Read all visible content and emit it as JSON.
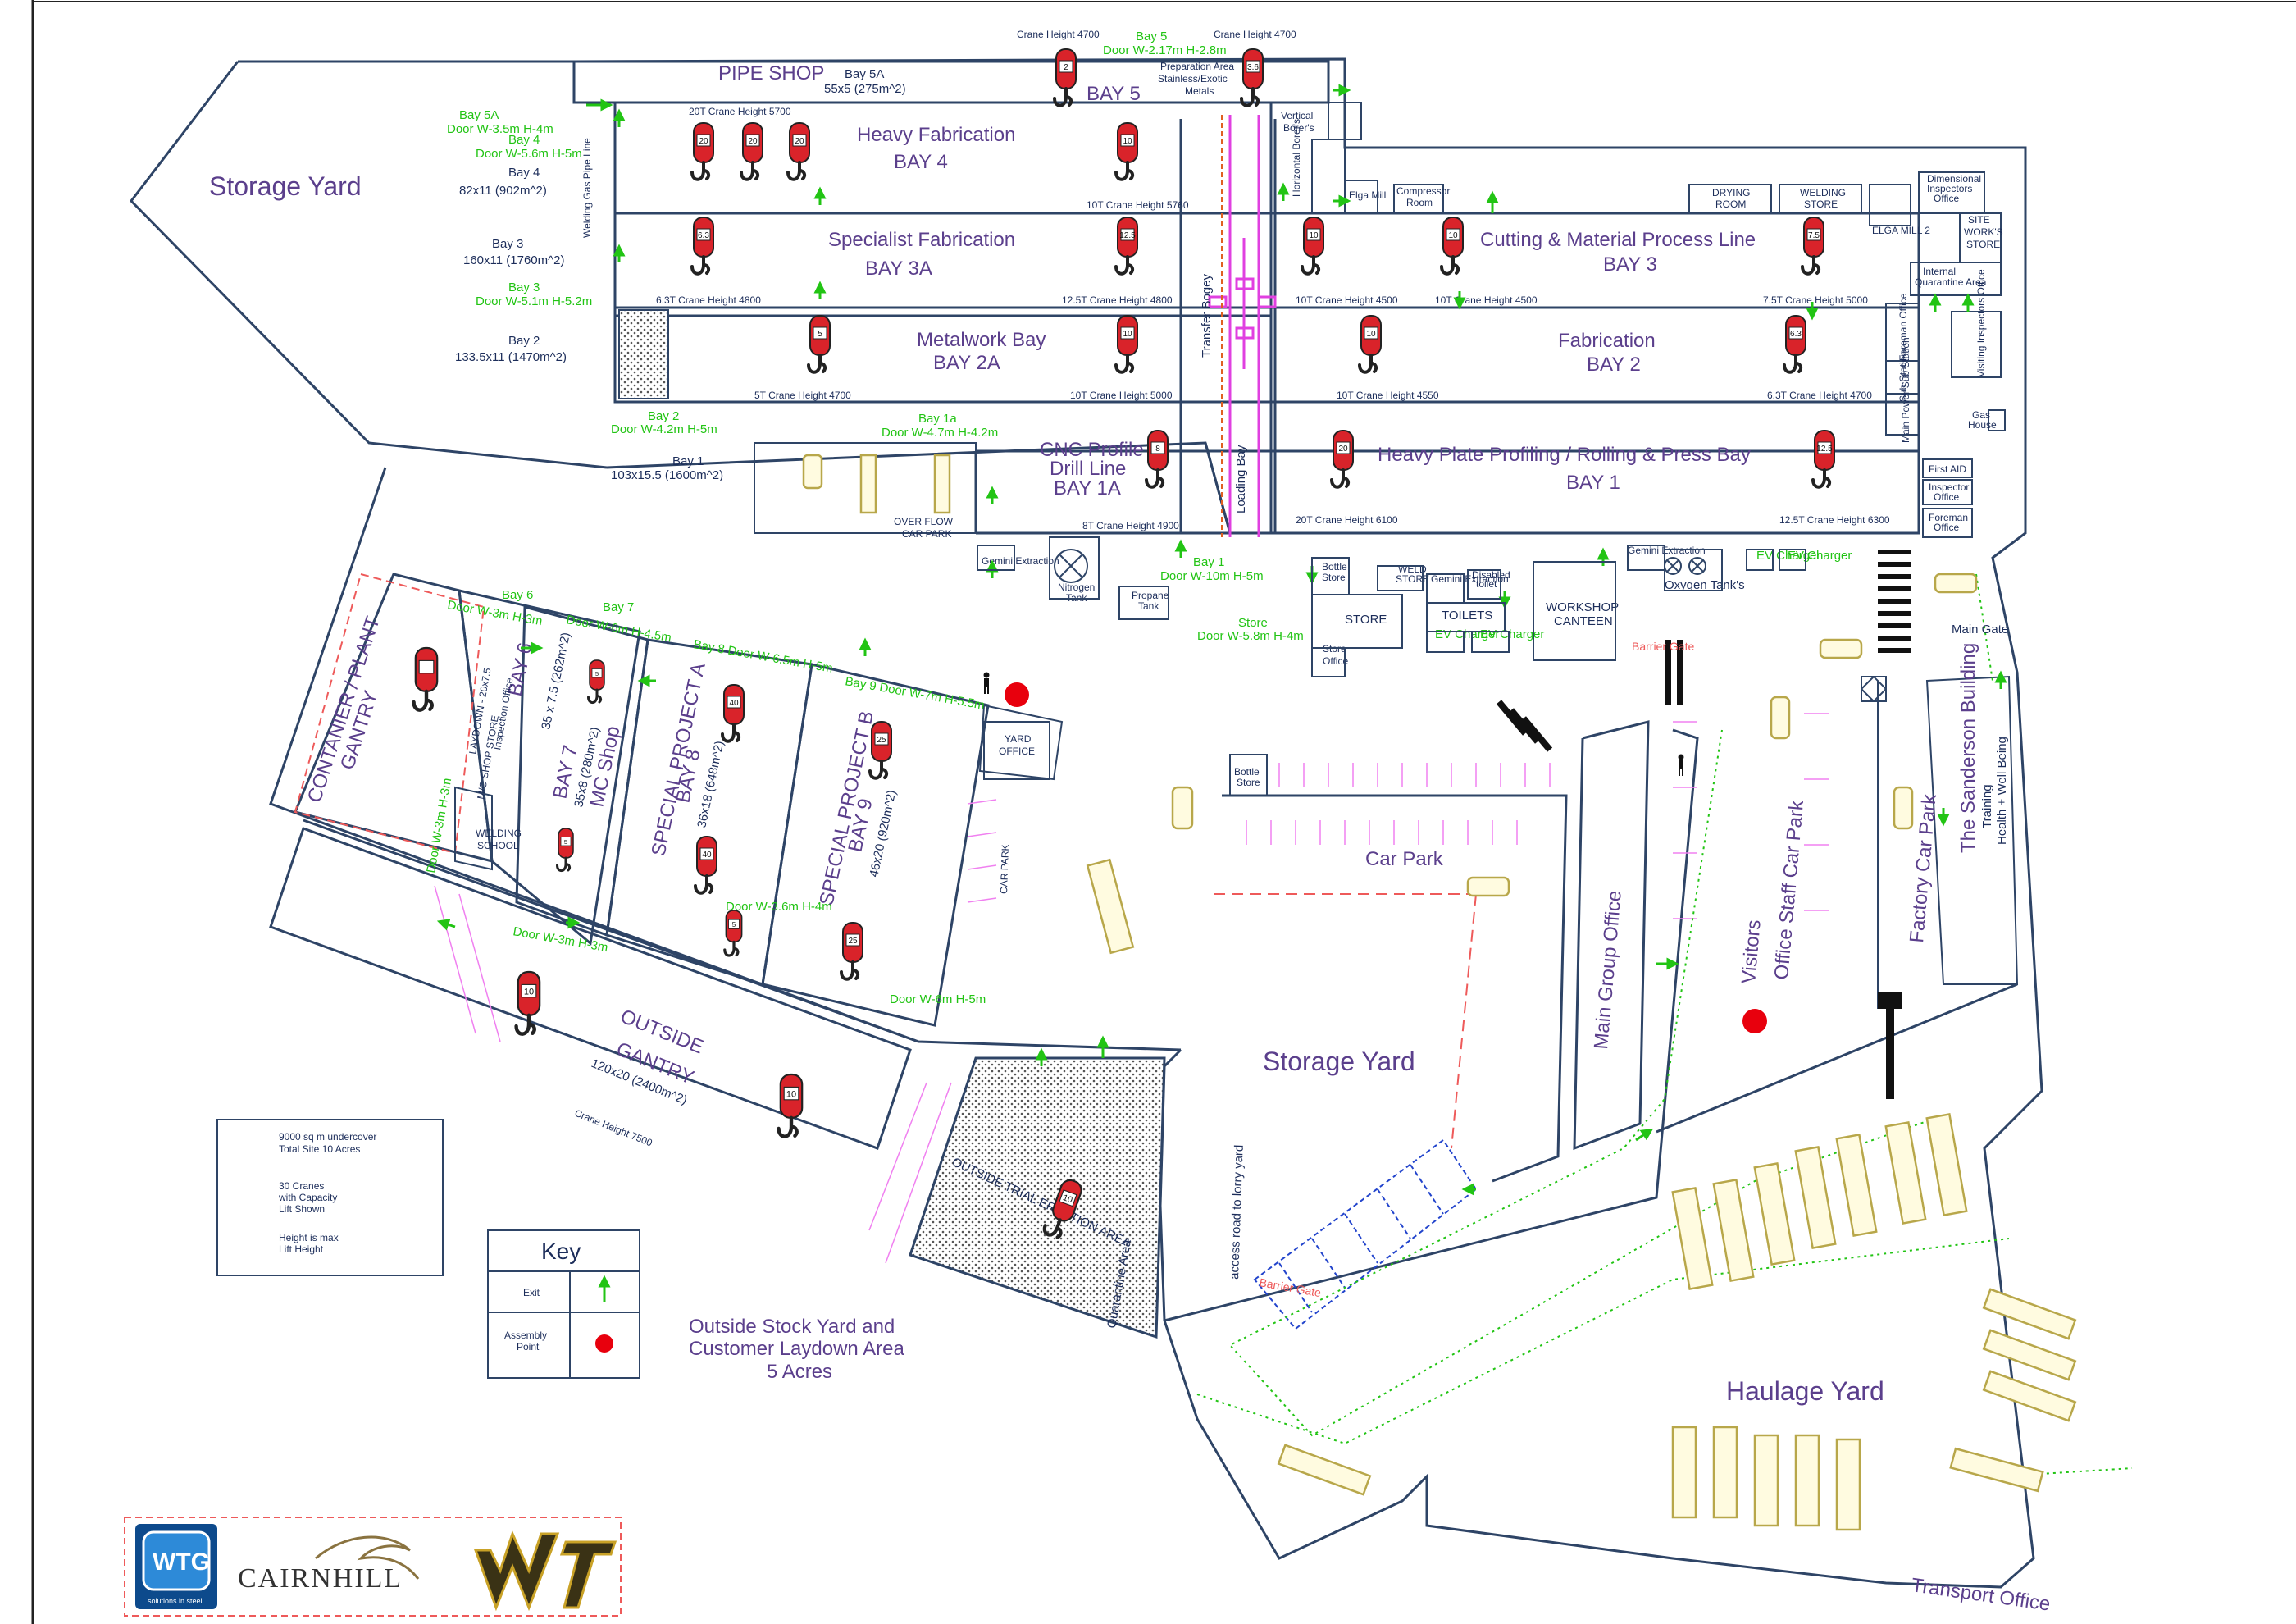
{
  "colors": {
    "wall": "#2e4466",
    "label": "#5b3f8c",
    "text": "#1c2d5a",
    "exit": "#22c414",
    "crane_body": "#d9232a",
    "marking": "#ee5a5a",
    "magenta": "#e040e0",
    "vehicle": "#b8a74a",
    "blue_bay": "#2244cc"
  },
  "areas": {
    "storage_yard_nw": "Storage Yard",
    "pipe_shop": "PIPE SHOP",
    "bay5a_title": "Bay 5A",
    "bay5a_size": "55x5 (275m^2)",
    "bay5": "BAY 5",
    "heavy_fab": "Heavy Fabrication",
    "bay4": "BAY 4",
    "spec_fab": "Specialist Fabrication",
    "bay3a": "BAY 3A",
    "metalwork": "Metalwork Bay",
    "bay2a": "BAY 2A",
    "cnc1": "CNC Profile",
    "cnc2": "Drill Line",
    "bay1a": "BAY 1A",
    "cutting": "Cutting & Material Process Line",
    "bay3": "BAY 3",
    "fabrication": "Fabrication",
    "bay2": "BAY 2",
    "heavy_plate": "Heavy Plate Profiling / Rolling & Press Bay",
    "bay1": "BAY 1",
    "container_gantry1": "CONTANIER / PLANT",
    "container_gantry2": "GANTRY",
    "bay6": "BAY 6",
    "bay6_size": "35 x 7.5 (262m^2)",
    "bay7": "BAY 7",
    "bay7_size": "35x8 (280m^2)",
    "bay7_name": "MC Shop",
    "sp_a": "SPECIAL PROJECT A",
    "bay8": "BAY 8",
    "bay8_size": "36x18 (648m^2)",
    "sp_b": "SPECIAL PROJECT B",
    "bay9": "BAY 9",
    "bay9_size": "46x20 (920m^2)",
    "outside_gantry1": "OUTSIDE",
    "outside_gantry2": "GANTRY",
    "outside_gantry_size": "120x20 (2400m^2)",
    "car_park": "Car Park",
    "storage_yard_mid": "Storage Yard",
    "main_group_office": "Main Group Office",
    "office_staff_car_park": "Office Staff Car Park",
    "visitors": "Visitors",
    "factory_car_park": "Factory Car Park",
    "sanderson1": "The Sanderson Building",
    "sanderson2": "Training",
    "sanderson3": "Health + Well Being",
    "haulage_yard": "Haulage Yard",
    "transport_office": "Transport Office",
    "outside_stock1": "Outside Stock Yard and",
    "outside_stock2": "Customer Laydown Area",
    "outside_stock3": "5 Acres",
    "trial_erection": "OUTSIDE TRIAL ERECTION AREA",
    "quarantine_area": "Quarantine Area",
    "access_road": "access road to lorry yard",
    "transfer_bogey": "Transfer Bogey",
    "loading_bay": "Loading Bay",
    "store": "STORE",
    "toilets": "TOILETS",
    "workshop_canteen1": "WORKSHOP",
    "workshop_canteen2": "CANTEEN",
    "oxygen": "Oxygen Tank's",
    "nitrogen1": "Nitrogen",
    "nitrogen2": "Tank",
    "propane1": "Propane",
    "propane2": "Tank",
    "main_gate": "Main Gate",
    "barrier_gate1": "Barrier Gate",
    "barrier_gate2": "Barrier Gate",
    "yard_office1": "YARD",
    "yard_office2": "OFFICE",
    "welding_school1": "WELDING",
    "welding_school2": "SCHOOL",
    "overflow1": "OVER FLOW",
    "overflow2": "CAR PARK",
    "car_park_small": "CAR PARK",
    "bottle_store1": "Bottle",
    "bottle_store2": "Store",
    "store_office1": "Store",
    "store_office2": "Office",
    "drying_room1": "DRYING",
    "drying_room2": "ROOM",
    "welding_store1": "WELDING",
    "welding_store2": "STORE",
    "elga_mill": "Elga Mill",
    "elga_mill2": "ELGA MILL 2",
    "compressor1": "Compressor",
    "compressor2": "Room",
    "dim_insp1": "Dimensional",
    "dim_insp2": "Inspectors",
    "dim_insp3": "Office",
    "site_works1": "SITE",
    "site_works2": "WORK'S",
    "site_works3": "STORE",
    "quarantine1": "Internal",
    "quarantine2": "Quarantine Area",
    "foreman_office_top": "Foreman Office",
    "visiting_insp": "Visiting Inspectors Office",
    "sub_station": "Sub Station",
    "gas_house1": "Gas",
    "gas_house2": "House",
    "first_aid": "First AID",
    "inspector_office1": "Inspector",
    "inspector_office2": "Office",
    "foreman_office1": "Foreman",
    "foreman_office2": "Office",
    "vertical_borer1": "Vertical",
    "vertical_borer2": "Borer's",
    "horizontal_borer": "Horizontal Borer's",
    "welding_gas_pipe": "Welding Gas Pipe Line",
    "prep_area1": "Preparation Area",
    "prep_area2": "Stainless/Exotic",
    "prep_area3": "Metals",
    "weld_store1": "WELD",
    "weld_store2": "STORE",
    "gemini_extraction": "Gemini Extraction",
    "disabled_toilet1": "Disabled",
    "disabled_toilet2": "toilet",
    "ev_charger": "EV Charger",
    "laydown": "LAYDOWN - 20x7.5",
    "inspection_office": "Inspection Office",
    "mc_shop_store": "M/C SHOP STORE",
    "main_power": "Main Power Sub Station"
  },
  "bay_details": {
    "bay5a_left_1": "Bay 5A",
    "bay5a_left_2": "Door W-3.5m H-4m",
    "bay4_door1": "Bay 4",
    "bay4_door2": "Door W-5.6m H-5m",
    "bay4_size1": "Bay 4",
    "bay4_size2": "82x11 (902m^2)",
    "bay3_size1": "Bay 3",
    "bay3_size2": "160x11 (1760m^2)",
    "bay3_door1": "Bay 3",
    "bay3_door2": "Door W-5.1m H-5.2m",
    "bay2_size1": "Bay 2",
    "bay2_size2": "133.5x11 (1470m^2)",
    "bay2_door1": "Bay 2",
    "bay2_door2": "Door W-4.2m H-5m",
    "bay1a_door1": "Bay 1a",
    "bay1a_door2": "Door W-4.7m H-4.2m",
    "bay1_size1": "Bay 1",
    "bay1_size2": "103x15.5 (1600m^2)",
    "bay1_door1": "Bay 1",
    "bay1_door2": "Door W-10m H-5m",
    "store_door1": "Store",
    "store_door2": "Door W-5.8m H-4m",
    "bay5_door1": "Bay 5",
    "bay5_door2": "Door W-2.17m H-2.8m",
    "bay6_door1": "Bay 6",
    "bay6_door2": "Door W-3m H-3m",
    "bay7_door1": "Bay 7",
    "bay7_door2": "Door W-6m H-4.5m",
    "bay8_door": "Bay 8 Door W-6.5m H-5m",
    "bay9_door": "Bay 9 Door W-7m H-5.5m",
    "door_3m_3m_a": "Door W-3m H-3m",
    "door_3m_3m_b": "Door W-3m H-3m",
    "door_36_4": "Door W-3.6m H-4m",
    "door_6_5": "Door W-6m H-5m"
  },
  "cranes": [
    {
      "capacity": "2",
      "height_label": "Crane Height 4700"
    },
    {
      "capacity": "3.6",
      "height_label": "Crane Height 4700"
    },
    {
      "capacity": "20",
      "height_label": "20T Crane Height 5700"
    },
    {
      "capacity": "20",
      "height_label": ""
    },
    {
      "capacity": "20",
      "height_label": ""
    },
    {
      "capacity": "10",
      "height_label": "10T Crane Height 5760"
    },
    {
      "capacity": "6.3",
      "height_label": "6.3T Crane Height 4800"
    },
    {
      "capacity": "12.5",
      "height_label": "12.5T Crane Height 4800"
    },
    {
      "capacity": "5",
      "height_label": "5T Crane Height 4700"
    },
    {
      "capacity": "10",
      "height_label": "10T Crane Height 5000"
    },
    {
      "capacity": "8",
      "height_label": "8T Crane Height 4900"
    },
    {
      "capacity": "10",
      "height_label": "10T Crane Height 4500"
    },
    {
      "capacity": "10",
      "height_label": "10T Crane Height 4500"
    },
    {
      "capacity": "7.5",
      "height_label": "7.5T Crane Height 5000"
    },
    {
      "capacity": "10",
      "height_label": "10T Crane Height 4550"
    },
    {
      "capacity": "6.3",
      "height_label": "6.3T Crane Height 4700"
    },
    {
      "capacity": "20",
      "height_label": "20T Crane Height 6100"
    },
    {
      "capacity": "12.5",
      "height_label": "12.5T Crane Height 6300"
    },
    {
      "capacity": "",
      "height_label": ""
    },
    {
      "capacity": "5",
      "height_label": ""
    },
    {
      "capacity": "5",
      "height_label": ""
    },
    {
      "capacity": "40",
      "height_label": ""
    },
    {
      "capacity": "40",
      "height_label": ""
    },
    {
      "capacity": "5",
      "height_label": ""
    },
    {
      "capacity": "25",
      "height_label": ""
    },
    {
      "capacity": "25",
      "height_label": ""
    },
    {
      "capacity": "10",
      "height_label": ""
    },
    {
      "capacity": "10",
      "height_label": "Crane Height 7500"
    },
    {
      "capacity": "10",
      "height_label": ""
    }
  ],
  "info_box": {
    "line1": "9000 sq m undercover",
    "line2": "Total Site 10 Acres",
    "line3": "30 Cranes",
    "line4": "with Capacity",
    "line5": "Lift Shown",
    "line6": "Height is max",
    "line7": "Lift Height"
  },
  "key": {
    "title": "Key",
    "exit": "Exit",
    "assembly1": "Assembly",
    "assembly2": "Point"
  },
  "logos": {
    "wtg_text": "solutions in steel",
    "cairnhill": "CAIRNHILL"
  },
  "icons": [
    "crane-icon",
    "exit-arrow-icon",
    "assembly-point-icon",
    "man-icon",
    "vehicle-icon",
    "wtg-logo-icon",
    "cairnhill-horse-icon",
    "wt-logo-icon"
  ]
}
